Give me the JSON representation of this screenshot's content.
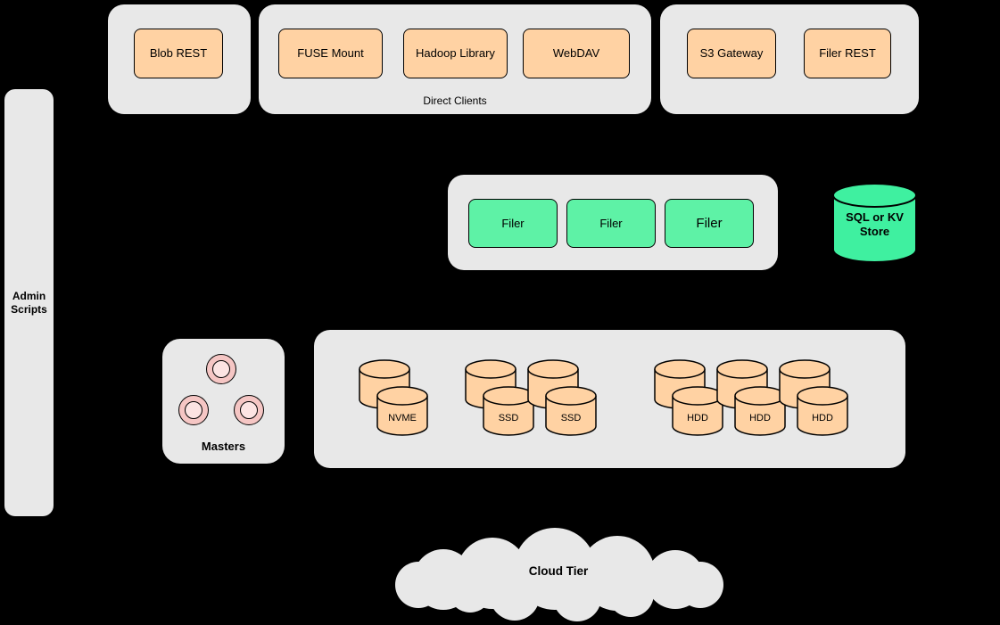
{
  "colors": {
    "background": "#000000",
    "panel_gray": "#e8e8e8",
    "client_orange": "#ffd2a3",
    "filer_green": "#5ef2a6",
    "store_green": "#3ff0a0",
    "master_pink": "#f5c6c4",
    "outline": "#000000"
  },
  "top": {
    "blob": {
      "label": "Blob REST"
    },
    "direct_clients": {
      "caption": "Direct Clients",
      "fuse": {
        "label": "FUSE Mount"
      },
      "hadoop": {
        "label": "Hadoop Library"
      },
      "webdav": {
        "label": "WebDAV"
      }
    },
    "gateway": {
      "s3": {
        "label": "S3 Gateway"
      },
      "filer_rest": {
        "label": "Filer REST"
      }
    }
  },
  "admin": {
    "label": "Admin\nScripts"
  },
  "filer_cluster": {
    "filers": [
      "Filer",
      "Filer",
      "Filer"
    ]
  },
  "metadata_store": {
    "label": "SQL or KV\nStore"
  },
  "masters": {
    "caption": "Masters"
  },
  "volume_servers": {
    "disks": [
      {
        "label": "NVME"
      },
      {
        "label": "SSD"
      },
      {
        "label": "SSD"
      },
      {
        "label": "HDD"
      },
      {
        "label": "HDD"
      },
      {
        "label": "HDD"
      }
    ]
  },
  "cloud": {
    "label": "Cloud Tier"
  }
}
